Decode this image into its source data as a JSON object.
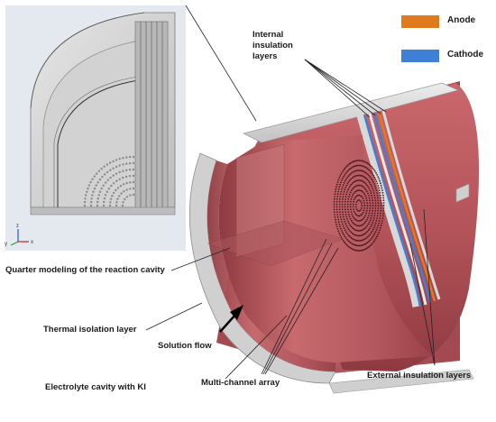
{
  "legend": {
    "items": [
      {
        "label": "Anode",
        "color": "#E07A1F"
      },
      {
        "label": "Cathode",
        "color": "#3F7FD6"
      }
    ]
  },
  "labels": {
    "internal_insulation": [
      "Internal",
      "insulation",
      "layers"
    ],
    "quarter_modeling": "Quarter modeling of the reaction cavity",
    "thermal_isolation": "Thermal isolation layer",
    "solution_flow": "Solution flow",
    "electrolyte_cavity": "Electrolyte cavity with KI",
    "multichannel_array": "Multi-channel array",
    "external_insulation": "External insulation layers"
  },
  "inset_axes": {
    "z": "z",
    "x": "x",
    "y": "y"
  },
  "colors": {
    "cavity_red": "#B85A5E",
    "shell_gray": "#D6D6D6",
    "inset_gray": "#CFCFCF"
  }
}
